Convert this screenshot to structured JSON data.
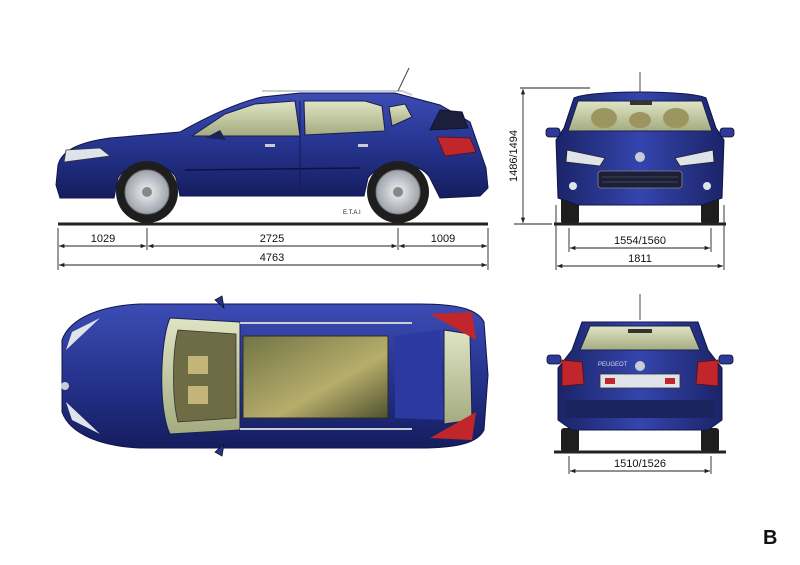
{
  "side_view": {
    "front_overhang": "1029",
    "wheelbase": "2725",
    "rear_overhang": "1009",
    "overall_length": "4763",
    "signature": "E.T.A.I"
  },
  "front_view": {
    "height": "1486/1494",
    "front_track": "1554/1560",
    "overall_width": "1811"
  },
  "rear_view": {
    "rear_track": "1510/1526",
    "plate_brand": "PEUGEOT"
  },
  "page_badge": "B",
  "colors": {
    "body": "#26348f",
    "body_dark": "#151d5e",
    "glass": "#c9cfa4",
    "tyre": "#1e1e1e",
    "rim": "#c9ccd2"
  }
}
